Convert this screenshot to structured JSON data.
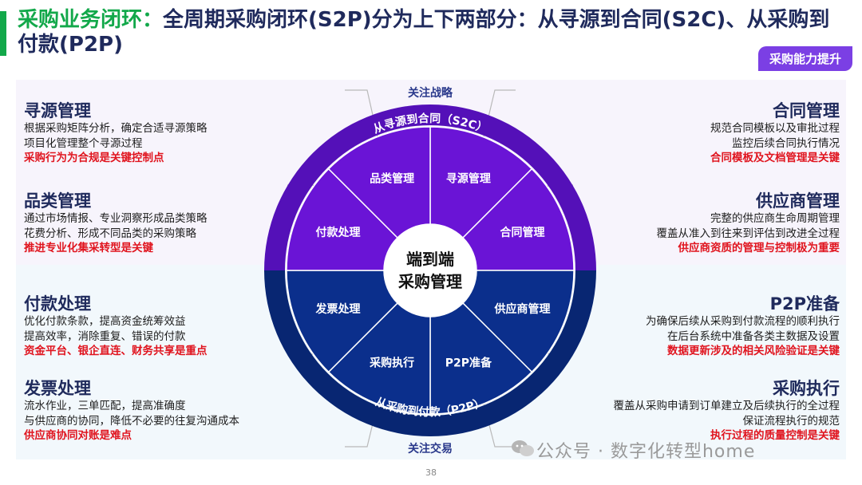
{
  "header": {
    "title_highlight": "采购业务闭环：",
    "title_rest": "全周期采购闭环(S2P)分为上下两部分：从寻源到合同(S2C)、从采购到付款(P2P)",
    "badge": "采购能力提升"
  },
  "wheel": {
    "center_line1": "端到端",
    "center_line2": "采购管理",
    "top_label": "关注战略",
    "bottom_label": "关注交易",
    "arc_top": "从寻源到合同（S2C）",
    "arc_bottom": "从采购到付款（P2P）",
    "segments": [
      "寻源管理",
      "合同管理",
      "供应商管理",
      "P2P准备",
      "采购执行",
      "发票处理",
      "付款处理",
      "品类管理"
    ],
    "colors": {
      "purple": "#6a14d6",
      "purple_dark": "#5410b8",
      "blue": "#0b2f8c",
      "blue_dark": "#082672"
    }
  },
  "blocks": {
    "sourcing": {
      "title": "寻源管理",
      "lines": [
        "根据采购矩阵分析，确定合适寻源策略",
        "项目化管理整个寻源过程"
      ],
      "key": "采购行为为合规是关键控制点"
    },
    "category": {
      "title": "品类管理",
      "lines": [
        "通过市场情报、专业洞察形成品类策略",
        "花费分析、形成不同品类的采购策略"
      ],
      "key": "推进专业化集采转型是关键"
    },
    "payment": {
      "title": "付款处理",
      "lines": [
        "优化付款条款，提高资金统筹效益",
        "提高效率，消除重复、错误的付款"
      ],
      "key": "资金平台、银企直连、财务共享是重点"
    },
    "invoice": {
      "title": "发票处理",
      "lines": [
        "流水作业，三单匹配，提高准确度",
        "与供应商的协同，降低不必要的往复沟通成本"
      ],
      "key": "供应商协同对账是难点"
    },
    "contract": {
      "title": "合同管理",
      "lines": [
        "规范合同模板以及审批过程",
        "监控后续合同执行情况"
      ],
      "key": "合同模板及文档管理是关键"
    },
    "supplier": {
      "title": "供应商管理",
      "lines": [
        "完整的供应商生命周期管理",
        "覆盖从准入到往来到评估到改进全过程"
      ],
      "key": "供应商资质的管理与控制极为重要"
    },
    "p2p": {
      "title": "P2P准备",
      "lines": [
        "为确保后续从采购到付款流程的顺利执行",
        "在后台系统中准备各类主数据及设置"
      ],
      "key": "数据更新涉及的相关风险验证是关键"
    },
    "execution": {
      "title": "采购执行",
      "lines": [
        "覆盖从采购申请到订单建立及后续执行的全过程",
        "保证流程执行的规范"
      ],
      "key": "执行过程的质量控制是关键"
    }
  },
  "footer": {
    "page": "38",
    "watermark": "公众号 · 数字化转型home"
  }
}
